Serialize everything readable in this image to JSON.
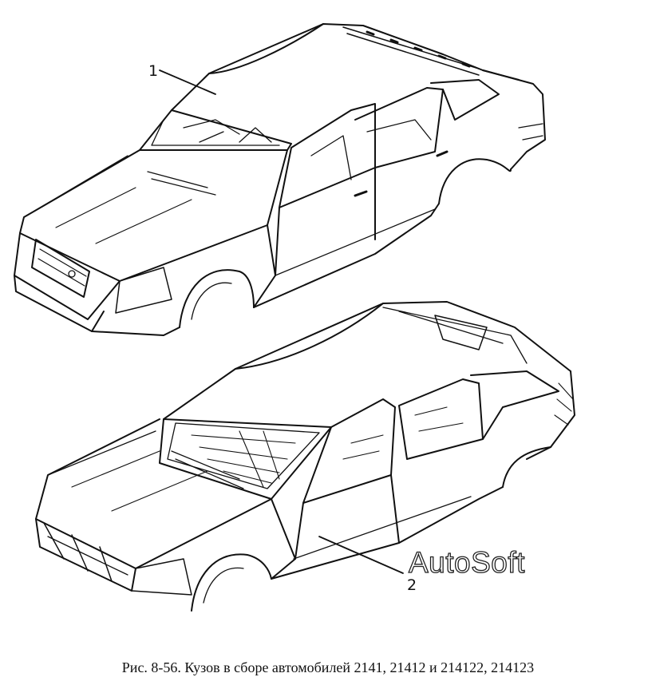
{
  "figure": {
    "callouts": [
      "1",
      "2"
    ],
    "watermark": "AutoSoft",
    "caption": "Рис. 8-56. Кузов в сборе автомобилей 2141, 21412 и 214122, 214123"
  }
}
